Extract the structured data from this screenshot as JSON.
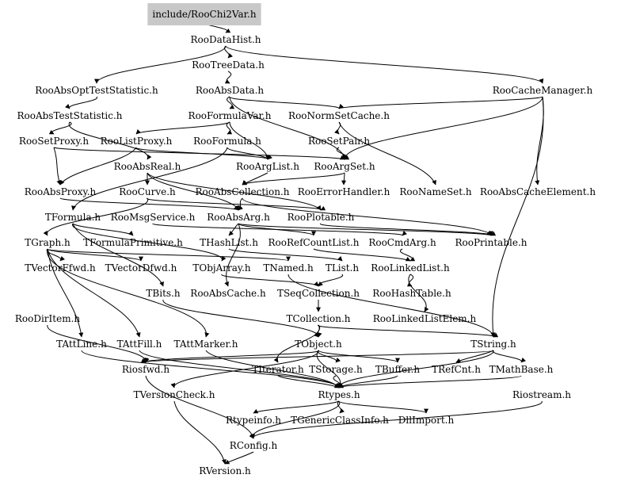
{
  "graph": {
    "root": "include/RooChi2Var.h",
    "nodes": [
      {
        "id": "include/RooChi2Var.h"
      },
      {
        "id": "RooDataHist.h"
      },
      {
        "id": "RooTreeData.h"
      },
      {
        "id": "RooAbsOptTestStatistic.h"
      },
      {
        "id": "RooAbsData.h"
      },
      {
        "id": "RooCacheManager.h"
      },
      {
        "id": "RooAbsTestStatistic.h"
      },
      {
        "id": "RooFormulaVar.h"
      },
      {
        "id": "RooNormSetCache.h"
      },
      {
        "id": "RooSetProxy.h"
      },
      {
        "id": "RooListProxy.h"
      },
      {
        "id": "RooFormula.h"
      },
      {
        "id": "RooSetPair.h"
      },
      {
        "id": "RooAbsReal.h"
      },
      {
        "id": "RooArgList.h"
      },
      {
        "id": "RooArgSet.h"
      },
      {
        "id": "RooAbsProxy.h"
      },
      {
        "id": "RooCurve.h"
      },
      {
        "id": "RooAbsCollection.h"
      },
      {
        "id": "RooErrorHandler.h"
      },
      {
        "id": "RooNameSet.h"
      },
      {
        "id": "RooAbsCacheElement.h"
      },
      {
        "id": "TFormula.h"
      },
      {
        "id": "RooMsgService.h"
      },
      {
        "id": "RooAbsArg.h"
      },
      {
        "id": "RooPlotable.h"
      },
      {
        "id": "TGraph.h"
      },
      {
        "id": "TFormulaPrimitive.h"
      },
      {
        "id": "THashList.h"
      },
      {
        "id": "RooRefCountList.h"
      },
      {
        "id": "RooCmdArg.h"
      },
      {
        "id": "RooPrintable.h"
      },
      {
        "id": "TVectorFfwd.h"
      },
      {
        "id": "TVectorDfwd.h"
      },
      {
        "id": "TObjArray.h"
      },
      {
        "id": "TNamed.h"
      },
      {
        "id": "TList.h"
      },
      {
        "id": "RooLinkedList.h"
      },
      {
        "id": "TBits.h"
      },
      {
        "id": "RooAbsCache.h"
      },
      {
        "id": "TSeqCollection.h"
      },
      {
        "id": "RooHashTable.h"
      },
      {
        "id": "RooDirItem.h"
      },
      {
        "id": "TCollection.h"
      },
      {
        "id": "RooLinkedListElem.h"
      },
      {
        "id": "TAttLine.h"
      },
      {
        "id": "TAttFill.h"
      },
      {
        "id": "TAttMarker.h"
      },
      {
        "id": "TObject.h"
      },
      {
        "id": "TString.h"
      },
      {
        "id": "Riosfwd.h"
      },
      {
        "id": "TIterator.h"
      },
      {
        "id": "TStorage.h"
      },
      {
        "id": "TBuffer.h"
      },
      {
        "id": "TRefCnt.h"
      },
      {
        "id": "TMathBase.h"
      },
      {
        "id": "TVersionCheck.h"
      },
      {
        "id": "Rtypes.h"
      },
      {
        "id": "Riostream.h"
      },
      {
        "id": "Rtypeinfo.h"
      },
      {
        "id": "TGenericClassInfo.h"
      },
      {
        "id": "DllImport.h"
      },
      {
        "id": "RConfig.h"
      },
      {
        "id": "RVersion.h"
      }
    ],
    "edges": [
      [
        "include/RooChi2Var.h",
        "RooDataHist.h"
      ],
      [
        "RooDataHist.h",
        "RooTreeData.h"
      ],
      [
        "RooDataHist.h",
        "RooAbsOptTestStatistic.h"
      ],
      [
        "RooDataHist.h",
        "RooCacheManager.h"
      ],
      [
        "RooTreeData.h",
        "RooAbsData.h"
      ],
      [
        "RooAbsData.h",
        "RooFormulaVar.h"
      ],
      [
        "RooAbsData.h",
        "RooNormSetCache.h"
      ],
      [
        "RooAbsData.h",
        "RooArgSet.h"
      ],
      [
        "RooAbsOptTestStatistic.h",
        "RooAbsTestStatistic.h"
      ],
      [
        "RooAbsTestStatistic.h",
        "RooSetProxy.h"
      ],
      [
        "RooAbsTestStatistic.h",
        "RooAbsReal.h"
      ],
      [
        "RooCacheManager.h",
        "RooNormSetCache.h"
      ],
      [
        "RooCacheManager.h",
        "RooArgSet.h"
      ],
      [
        "RooCacheManager.h",
        "RooAbsCacheElement.h"
      ],
      [
        "RooCacheManager.h",
        "TString.h"
      ],
      [
        "RooFormulaVar.h",
        "RooFormula.h"
      ],
      [
        "RooFormulaVar.h",
        "RooListProxy.h"
      ],
      [
        "RooFormulaVar.h",
        "RooArgList.h"
      ],
      [
        "RooNormSetCache.h",
        "RooSetPair.h"
      ],
      [
        "RooNormSetCache.h",
        "RooNameSet.h"
      ],
      [
        "RooSetPair.h",
        "RooArgSet.h"
      ],
      [
        "RooFormula.h",
        "TFormula.h"
      ],
      [
        "RooFormula.h",
        "RooArgList.h"
      ],
      [
        "RooSetProxy.h",
        "RooAbsProxy.h"
      ],
      [
        "RooSetProxy.h",
        "RooArgSet.h"
      ],
      [
        "RooListProxy.h",
        "RooAbsProxy.h"
      ],
      [
        "RooListProxy.h",
        "RooArgList.h"
      ],
      [
        "RooAbsReal.h",
        "RooCurve.h"
      ],
      [
        "RooAbsReal.h",
        "RooAbsArg.h"
      ],
      [
        "RooAbsReal.h",
        "RooPlotable.h"
      ],
      [
        "RooArgList.h",
        "RooAbsCollection.h"
      ],
      [
        "RooArgSet.h",
        "RooAbsCollection.h"
      ],
      [
        "RooArgSet.h",
        "RooErrorHandler.h"
      ],
      [
        "RooAbsProxy.h",
        "RooAbsArg.h"
      ],
      [
        "RooCurve.h",
        "TGraph.h"
      ],
      [
        "RooCurve.h",
        "RooPlotable.h"
      ],
      [
        "RooAbsCollection.h",
        "RooAbsArg.h"
      ],
      [
        "RooAbsCollection.h",
        "RooPrintable.h"
      ],
      [
        "TFormula.h",
        "TFormulaPrimitive.h"
      ],
      [
        "TFormula.h",
        "TBits.h"
      ],
      [
        "TFormula.h",
        "TObjArray.h"
      ],
      [
        "RooAbsArg.h",
        "THashList.h"
      ],
      [
        "RooAbsArg.h",
        "RooRefCountList.h"
      ],
      [
        "RooAbsArg.h",
        "RooPrintable.h"
      ],
      [
        "RooAbsArg.h",
        "RooAbsCache.h"
      ],
      [
        "RooPlotable.h",
        "RooPrintable.h"
      ],
      [
        "RooMsgService.h",
        "RooCmdArg.h"
      ],
      [
        "TGraph.h",
        "TNamed.h"
      ],
      [
        "TGraph.h",
        "TAttLine.h"
      ],
      [
        "TGraph.h",
        "TAttFill.h"
      ],
      [
        "TGraph.h",
        "TAttMarker.h"
      ],
      [
        "TGraph.h",
        "TVectorFfwd.h"
      ],
      [
        "TGraph.h",
        "TVectorDfwd.h"
      ],
      [
        "THashList.h",
        "TList.h"
      ],
      [
        "RooRefCountList.h",
        "RooLinkedList.h"
      ],
      [
        "RooCmdArg.h",
        "RooLinkedList.h"
      ],
      [
        "TObjArray.h",
        "TSeqCollection.h"
      ],
      [
        "TNamed.h",
        "TString.h"
      ],
      [
        "TList.h",
        "TSeqCollection.h"
      ],
      [
        "RooLinkedList.h",
        "RooHashTable.h"
      ],
      [
        "RooLinkedList.h",
        "RooLinkedListElem.h"
      ],
      [
        "TBits.h",
        "TObject.h"
      ],
      [
        "TSeqCollection.h",
        "TCollection.h"
      ],
      [
        "TCollection.h",
        "TObject.h"
      ],
      [
        "TCollection.h",
        "TIterator.h"
      ],
      [
        "TCollection.h",
        "TString.h"
      ],
      [
        "RooDirItem.h",
        "Riosfwd.h"
      ],
      [
        "TAttLine.h",
        "Rtypes.h"
      ],
      [
        "TAttFill.h",
        "Rtypes.h"
      ],
      [
        "TAttMarker.h",
        "Rtypes.h"
      ],
      [
        "TObject.h",
        "Rtypes.h"
      ],
      [
        "TObject.h",
        "TStorage.h"
      ],
      [
        "TObject.h",
        "TBuffer.h"
      ],
      [
        "TObject.h",
        "TVersionCheck.h"
      ],
      [
        "TObject.h",
        "Riosfwd.h"
      ],
      [
        "TString.h",
        "TRefCnt.h"
      ],
      [
        "TString.h",
        "TMathBase.h"
      ],
      [
        "TString.h",
        "Riosfwd.h"
      ],
      [
        "TString.h",
        "Rtypes.h"
      ],
      [
        "TIterator.h",
        "Rtypes.h"
      ],
      [
        "TStorage.h",
        "Rtypes.h"
      ],
      [
        "TBuffer.h",
        "Rtypes.h"
      ],
      [
        "TMathBase.h",
        "Rtypes.h"
      ],
      [
        "TVersionCheck.h",
        "RVersion.h"
      ],
      [
        "Rtypes.h",
        "RConfig.h"
      ],
      [
        "Rtypes.h",
        "Rtypeinfo.h"
      ],
      [
        "Rtypes.h",
        "TGenericClassInfo.h"
      ],
      [
        "Rtypes.h",
        "DllImport.h"
      ],
      [
        "Riosfwd.h",
        "RConfig.h"
      ],
      [
        "Riostream.h",
        "RConfig.h"
      ],
      [
        "RConfig.h",
        "RVersion.h"
      ]
    ]
  }
}
